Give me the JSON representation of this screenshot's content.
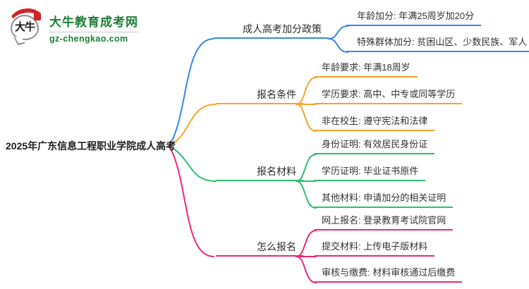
{
  "site": {
    "name": "大牛教育成考网",
    "domain": "gz-chengkao.com",
    "logo_text": "大牛",
    "brand_color": "#1f7d39",
    "logo_red": "#cf2525"
  },
  "mindmap": {
    "root": "2025年广东信息工程职业学院成人高考",
    "branches": [
      {
        "label": "成人高考加分政策",
        "color": "#3488e5",
        "children": [
          "年龄加分: 年满25周岁加20分",
          "特殊群体加分: 贫困山区、少数民族、军人"
        ]
      },
      {
        "label": "报名条件",
        "color": "#f7a42a",
        "children": [
          "年龄要求: 年满18周岁",
          "学历要求: 高中、中专或同等学历",
          "非在校生: 遵守宪法和法律"
        ]
      },
      {
        "label": "报名材料",
        "color": "#30be70",
        "children": [
          "身份证明: 有效居民身份证",
          "学历证明: 毕业证书原件",
          "其他材料: 申请加分的相关证明"
        ]
      },
      {
        "label": "怎么报名",
        "color": "#ee2779",
        "children": [
          "网上报名: 登录教育考试院官网",
          "提交材料: 上传电子版材料",
          "审核与缴费: 材料审核通过后缴费"
        ]
      }
    ]
  }
}
